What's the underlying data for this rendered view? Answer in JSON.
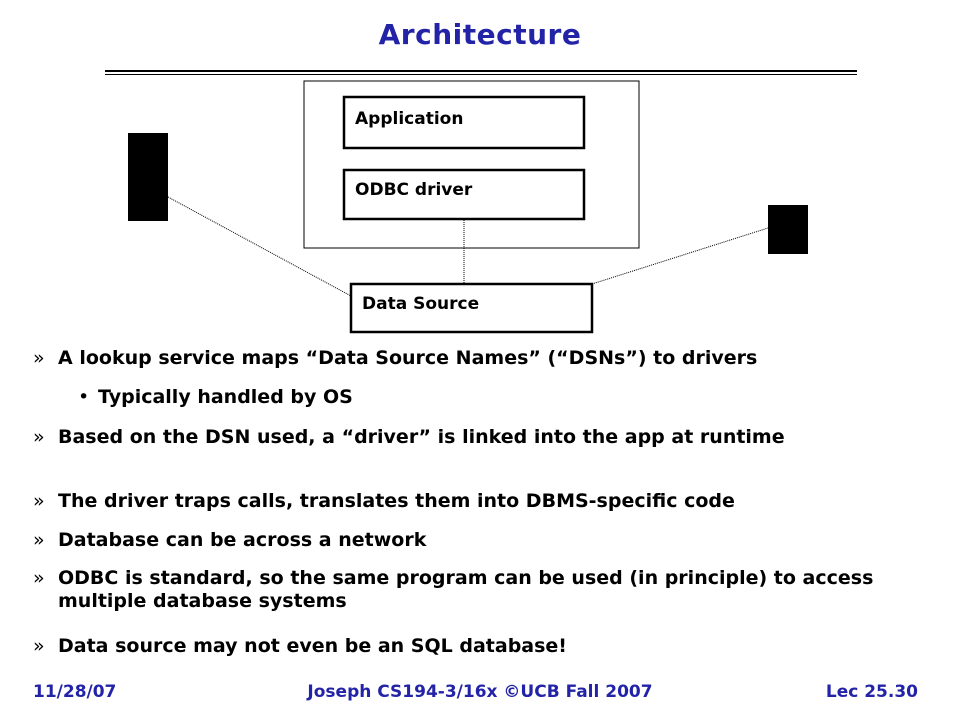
{
  "slide": {
    "title": "Architecture",
    "diagram": {
      "application_label": "Application",
      "driver_label": "ODBC driver",
      "datasource_label": "Data Source"
    },
    "bullets": [
      {
        "marker": "»",
        "text": "A lookup service maps “Data Source Names” (“DSNs”) to drivers"
      },
      {
        "marker": "•",
        "text": "Typically handled by OS"
      },
      {
        "marker": "»",
        "text": "Based on the DSN used, a “driver” is linked into the app at runtime"
      },
      {
        "marker": "»",
        "text": "The driver traps calls, translates them into DBMS-specific code"
      },
      {
        "marker": "»",
        "text": "Database can be across a network"
      },
      {
        "marker": "»",
        "text": "ODBC is standard, so the same program can be used (in principle) to access multiple database systems"
      },
      {
        "marker": "»",
        "text": "Data source may not even be an SQL database!"
      }
    ],
    "footer": {
      "date": "11/28/07",
      "course": "Joseph CS194-3/16x ©UCB Fall 2007",
      "lecture": "Lec 25.30"
    },
    "colors": {
      "title": "#2323a8",
      "text": "#000000",
      "background": "#ffffff"
    }
  }
}
